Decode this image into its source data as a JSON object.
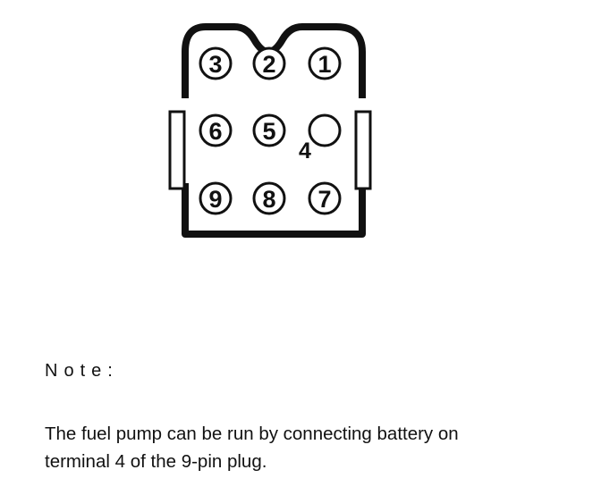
{
  "diagram": {
    "pins": [
      {
        "label": "3",
        "highlighted": false
      },
      {
        "label": "2",
        "highlighted": false
      },
      {
        "label": "1",
        "highlighted": false
      },
      {
        "label": "6",
        "highlighted": false
      },
      {
        "label": "5",
        "highlighted": false
      },
      {
        "label": "",
        "highlighted": true
      },
      {
        "label": "9",
        "highlighted": false
      },
      {
        "label": "8",
        "highlighted": false
      },
      {
        "label": "7",
        "highlighted": false
      }
    ],
    "highlight_label": "4"
  },
  "note": {
    "heading": "Note:",
    "lines": [
      "The fuel pump can be run by connecting battery on",
      "terminal 4 of the 9-pin plug."
    ]
  },
  "colors": {
    "ink": "#111111",
    "paper": "#ffffff"
  }
}
